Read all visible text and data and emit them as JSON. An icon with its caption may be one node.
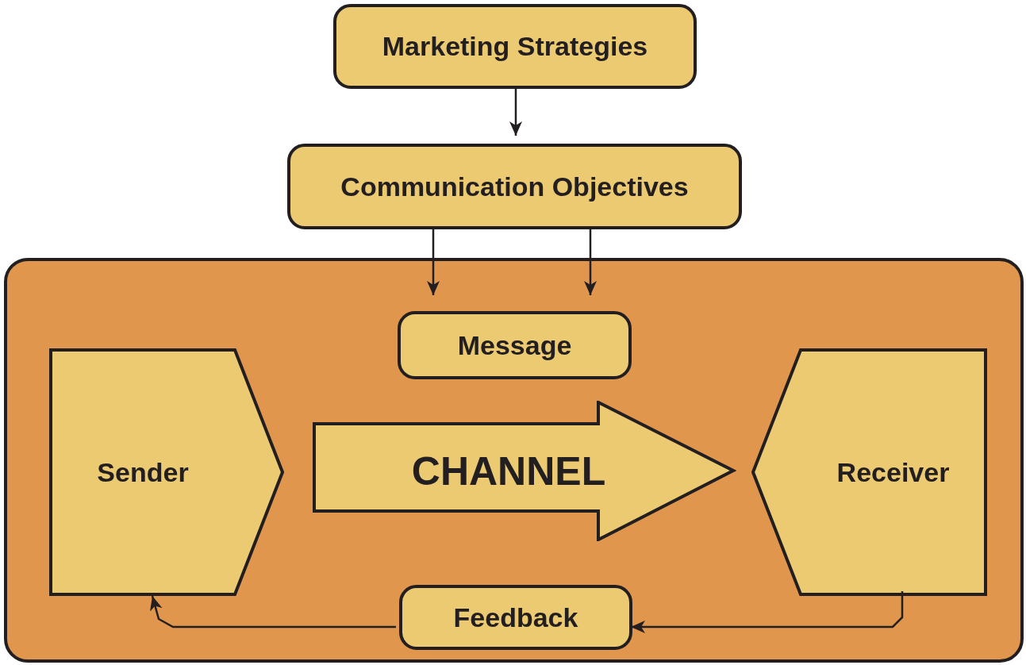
{
  "diagram": {
    "nodes": [
      {
        "text": [
          "Marketing Strategies"
        ]
      },
      {
        "text": [
          "Communication Objectives"
        ]
      },
      {
        "text": [],
        "shape": "box"
      },
      {
        "text": [
          "Message"
        ],
        "in": 2
      },
      {
        "text": [
          "Sender"
        ],
        "in": 2
      },
      {
        "text": [
          "CHANNEL"
        ],
        "in": 2
      },
      {
        "text": [
          "Receiver"
        ],
        "in": 2
      },
      {
        "text": [
          "Feedback"
        ],
        "in": 2
      }
    ],
    "edges": [
      {
        "from": 0,
        "to": 1,
        "arrow": "to"
      },
      {
        "from": 1,
        "to": 3,
        "arrow": "to"
      },
      {
        "from": 1,
        "to": 3,
        "arrow": "to"
      },
      {
        "from": 6,
        "to": 7,
        "arrow": "to"
      },
      {
        "from": 7,
        "to": 4,
        "arrow": "to"
      }
    ]
  }
}
